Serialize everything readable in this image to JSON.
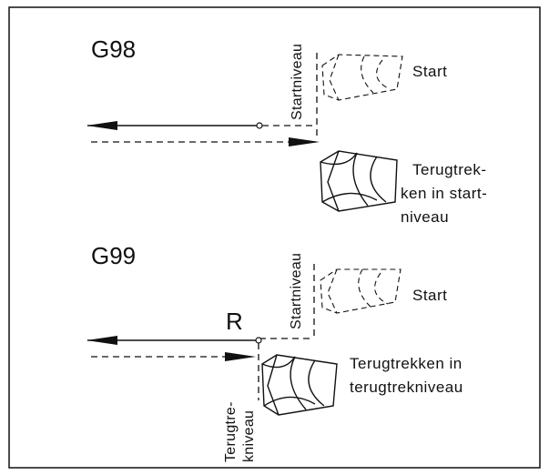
{
  "g98": {
    "title": "G98",
    "start_label": "Start",
    "start_level_label": "Startniveau",
    "retract_label": [
      "Terugtrek-",
      "ken in start-",
      "niveau"
    ]
  },
  "g99": {
    "title": "G99",
    "r_label": "R",
    "start_label": "Start",
    "start_level_label": "Startniveau",
    "retract_label": [
      "Terugtrekken in",
      "terugtrekniveau"
    ],
    "retract_level_label": [
      "Terugtre-",
      "kniveau"
    ]
  },
  "colors": {
    "line": "#111111",
    "background": "#ffffff"
  }
}
